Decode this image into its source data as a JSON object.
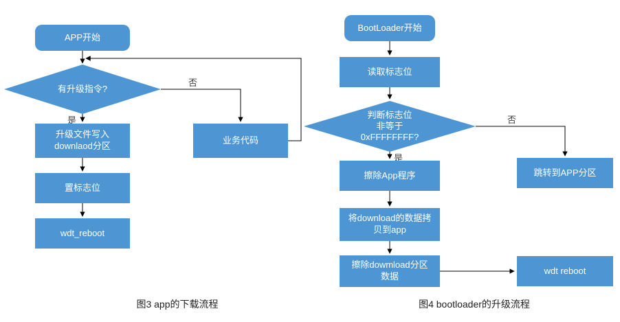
{
  "colors": {
    "node_fill": "#4e96d3",
    "node_text": "#ffffff",
    "connector": "#000000",
    "label_text": "#404040",
    "background": "#ffffff"
  },
  "app_flowchart": {
    "caption": "图3 app的下载流程",
    "start": "APP开始",
    "decision": "有升级指令?",
    "yes_label": "是",
    "no_label": "否",
    "write_file": "升级文件写入\ndownlaod分区",
    "set_flag": "置标志位",
    "wdt_reboot": "wdt_reboot",
    "business_code": "业务代码"
  },
  "bootloader_flowchart": {
    "caption": "图4 bootloader的升级流程",
    "start": "BootLoader开始",
    "read_flag": "读取标志位",
    "decision": "判断标志位\n非等于\n0xFFFFFFFF?",
    "yes_label": "是",
    "no_label": "否",
    "erase_app": "擦除App程序",
    "copy_data": "将download的数据拷\n贝到app",
    "erase_download": "擦除dowmload分区\n数据",
    "jump_to_app": "跳转到APP分区",
    "wdt_reboot": "wdt reboot"
  }
}
